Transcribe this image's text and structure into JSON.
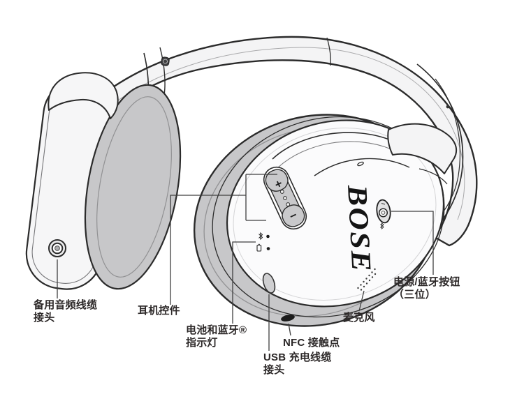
{
  "diagram": {
    "logo_text": "BOSE",
    "controls": {
      "volume_up": "+",
      "volume_down": "−"
    },
    "callouts": {
      "aux": {
        "line1": "备用音频线缆",
        "line2": "接头"
      },
      "controls": {
        "line1": "耳机控件",
        "line2": ""
      },
      "battery": {
        "line1": "电池和蓝牙®",
        "line2": "指示灯"
      },
      "usb": {
        "line1": "USB 充电线缆",
        "line2": "接头"
      },
      "nfc": {
        "line1": "NFC 接触点",
        "line2": ""
      },
      "mic": {
        "line1": "麦克风",
        "line2": ""
      },
      "power": {
        "line1": "电源/蓝牙按钮",
        "line2": "（三位）"
      }
    },
    "colors": {
      "outline": "#2b2b2b",
      "cushion_gray": "#c7c7c9",
      "shell_white": "#f6f6f7",
      "label_text": "#2c2828",
      "leader_line": "#3f3f3f"
    }
  }
}
